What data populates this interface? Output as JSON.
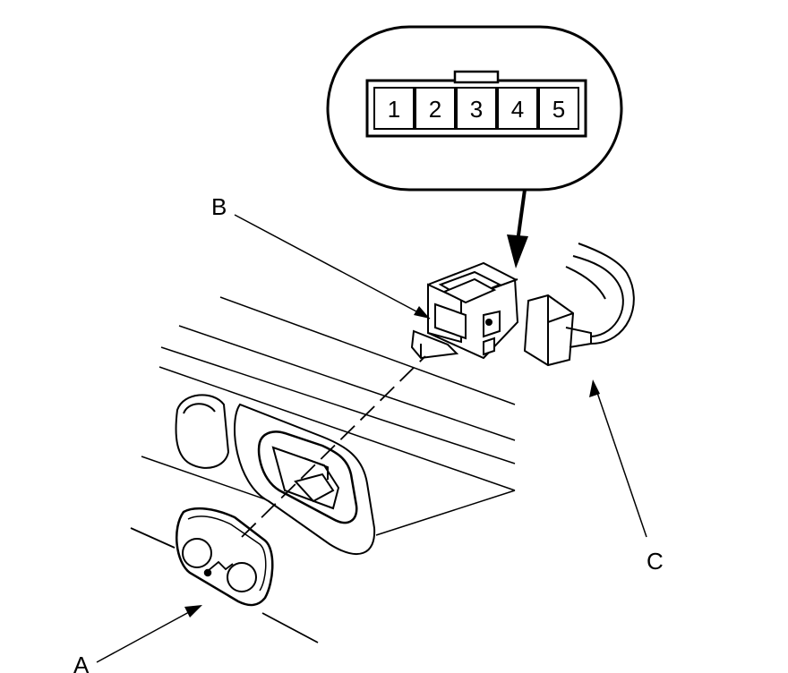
{
  "connector": {
    "pins": [
      "1",
      "2",
      "3",
      "4",
      "5"
    ]
  },
  "labels": {
    "a": "A",
    "b": "B",
    "c": "C"
  },
  "colors": {
    "ink": "#000000",
    "paper": "#ffffff",
    "shade": "#d9d9d9"
  }
}
